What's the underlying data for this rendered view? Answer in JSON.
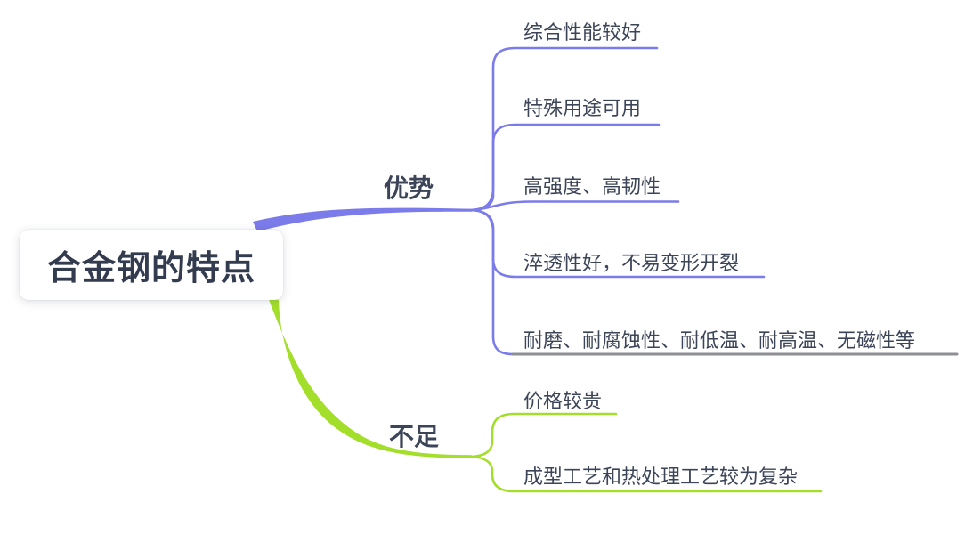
{
  "central": {
    "label": "合金钢的特点"
  },
  "branches": [
    {
      "label": "优势",
      "children": [
        "综合性能较好",
        "特殊用途可用",
        "高强度、高韧性",
        "淬透性好，不易变形开裂",
        "耐磨、耐腐蚀性、耐低温、耐高温、无磁性等"
      ]
    },
    {
      "label": "不足",
      "children": [
        "价格较贵",
        "成型工艺和热处理工艺较为复杂"
      ]
    }
  ],
  "colors": {
    "background": "#ffffff",
    "card_background": "#ffffff",
    "title_text": "#333b4f",
    "node_text": "#3c4458",
    "advantage_branch": "#7b7bea",
    "disadvantage_branch": "#a3de2b",
    "muted_underline": "#8e8f95"
  }
}
